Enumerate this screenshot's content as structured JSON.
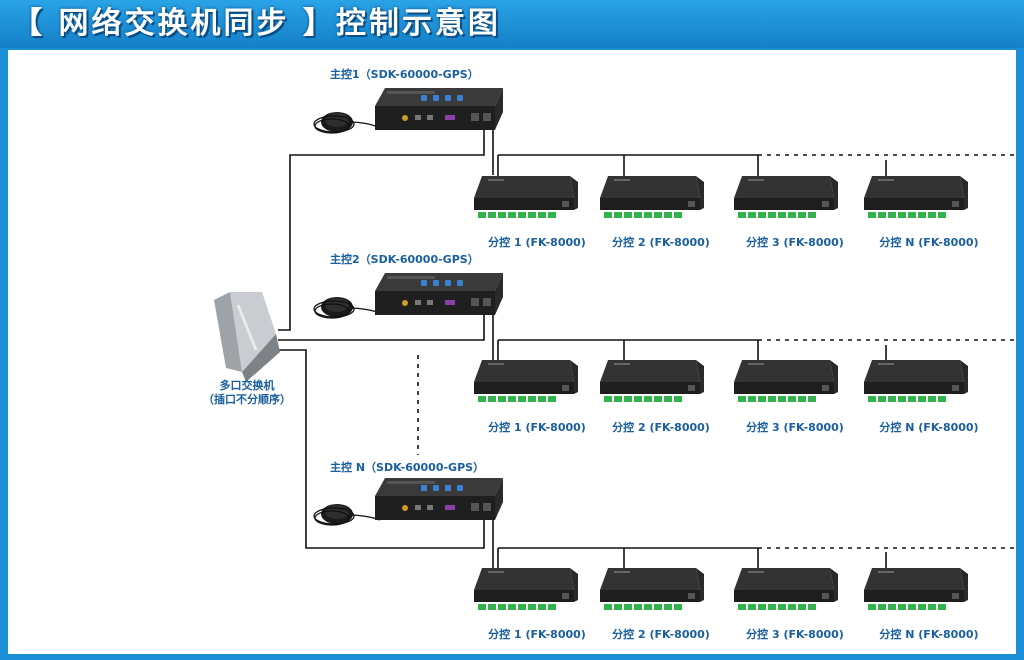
{
  "title": "【 网络交换机同步 】控制示意图",
  "switch": {
    "line1": "多口交换机",
    "line2": "（插口不分顺序）"
  },
  "groups": [
    {
      "master": "主控1（SDK-60000-GPS）",
      "subs": [
        "分控 1 (FK-8000)",
        "分控 2 (FK-8000)",
        "分控 3 (FK-8000)",
        "分控 N (FK-8000)"
      ]
    },
    {
      "master": "主控2（SDK-60000-GPS）",
      "subs": [
        "分控 1 (FK-8000)",
        "分控 2 (FK-8000)",
        "分控 3 (FK-8000)",
        "分控 N (FK-8000)"
      ]
    },
    {
      "master": "主控 N（SDK-60000-GPS）",
      "subs": [
        "分控 1 (FK-8000)",
        "分控 2 (FK-8000)",
        "分控 3 (FK-8000)",
        "分控 N (FK-8000)"
      ]
    }
  ],
  "colors": {
    "background": "#1a8fd6",
    "label": "#1a5fa0",
    "line": "#111111",
    "port_green": "#2fb34a"
  }
}
